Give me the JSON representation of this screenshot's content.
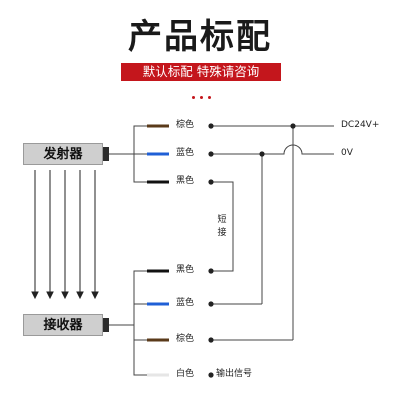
{
  "title": "产品标配",
  "banner": {
    "left": "默认标配",
    "right": "特殊请咨询"
  },
  "emitter": {
    "label": "发射器"
  },
  "receiver": {
    "label": "接收器"
  },
  "emitter_wires": [
    {
      "label": "棕色",
      "color": "#5a3a1a"
    },
    {
      "label": "蓝色",
      "color": "#1f5fd6"
    },
    {
      "label": "黑色",
      "color": "#111111"
    }
  ],
  "receiver_wires": [
    {
      "label": "黑色",
      "color": "#111111"
    },
    {
      "label": "蓝色",
      "color": "#1f5fd6"
    },
    {
      "label": "棕色",
      "color": "#5a3a1a"
    },
    {
      "label": "白色",
      "color": "#eeeeee"
    }
  ],
  "terminals": {
    "dc": "DC24V+",
    "ov": "0V"
  },
  "short_label": [
    "短",
    "接"
  ],
  "output_label": "输出信号",
  "colors": {
    "accent": "#c4161c",
    "line": "#444444"
  }
}
